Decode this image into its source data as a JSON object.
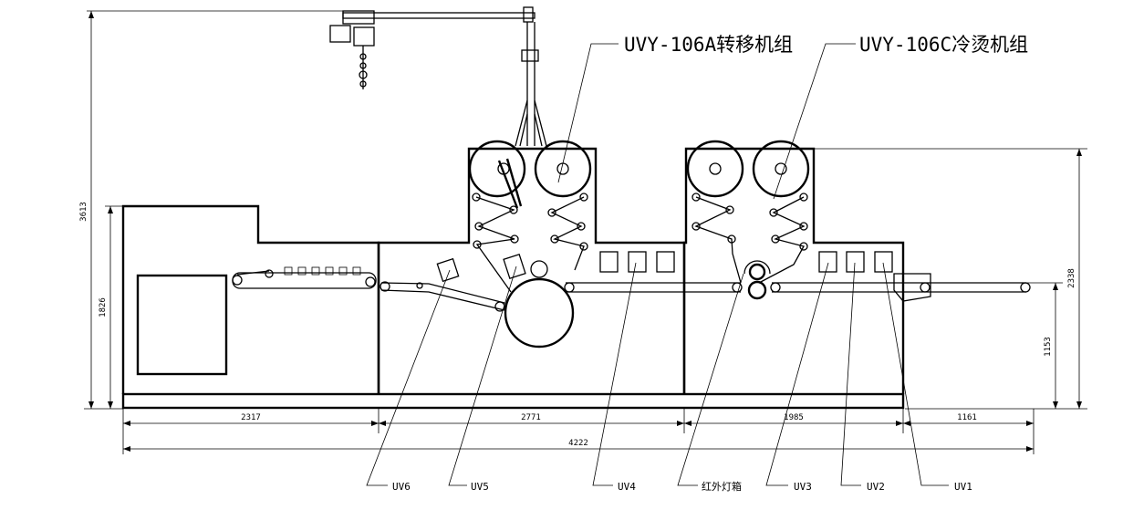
{
  "titles": {
    "transfer_unit": "UVY-106A转移机组",
    "cold_foil_unit": "UVY-106C冷烫机组"
  },
  "dimensions": {
    "total_height": "3613",
    "left_height": "1826",
    "right_height": "2338",
    "feed_height": "1153",
    "seg1": "2317",
    "seg2": "2771",
    "seg3": "1985",
    "seg4": "1161",
    "total_length": "4222"
  },
  "callouts": {
    "uv6": "UV6",
    "uv5": "UV5",
    "uv4": "UV4",
    "ir_lamp_box": "红外灯箱",
    "uv3": "UV3",
    "uv2": "UV2",
    "uv1": "UV1"
  }
}
